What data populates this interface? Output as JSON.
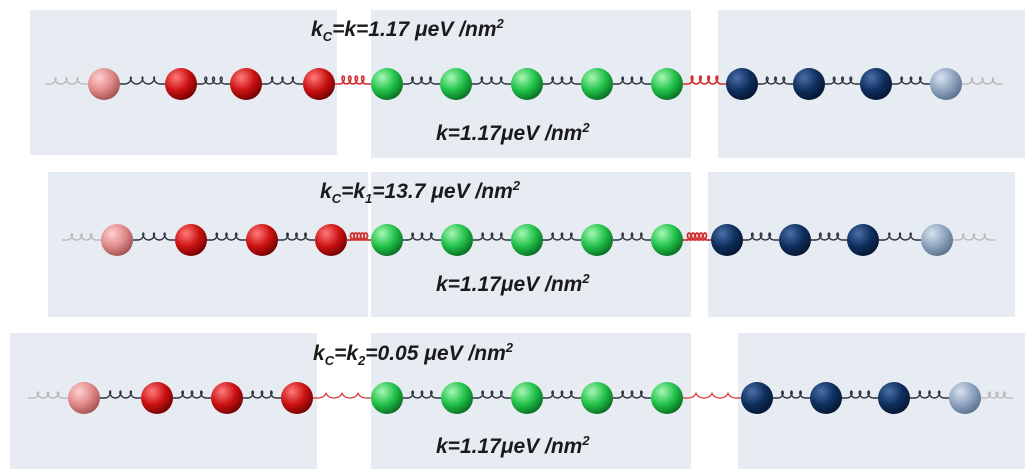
{
  "colors": {
    "panel": "#e7ebf2",
    "tail_spring": "#b6b6b6",
    "chain_spring": "#2e3440",
    "coupling_spring": "#d03030",
    "end_red": "#e08a8a",
    "red": "#cc1212",
    "green": "#21c24a",
    "navy": "#0f2f5e",
    "end_navy": "#8fa4bf"
  },
  "diagram": {
    "rows": [
      {
        "coupling": {
          "k": "k",
          "sub": "C",
          "eq": "=",
          "k2": "k",
          "sub2": "",
          "val": "=1.17 μeV /nm",
          "sup": "2"
        },
        "bulk": {
          "text": "k=1.17μeV /nm",
          "sup": "2"
        },
        "coupling_spring_style": "tight"
      },
      {
        "coupling": {
          "k": "k",
          "sub": "C",
          "eq": "=",
          "k2": "k",
          "sub2": "1",
          "val": "=13.7 μeV /nm",
          "sup": "2"
        },
        "bulk": {
          "text": "k=1.17μeV /nm",
          "sup": "2"
        },
        "coupling_spring_style": "stiff"
      },
      {
        "coupling": {
          "k": "k",
          "sub": "C",
          "eq": "=",
          "k2": "k",
          "sub2": "2",
          "val": "=0.05 μeV /nm",
          "sup": "2"
        },
        "bulk": {
          "text": "k=1.17μeV /nm",
          "sup": "2"
        },
        "coupling_spring_style": "loose"
      }
    ]
  }
}
